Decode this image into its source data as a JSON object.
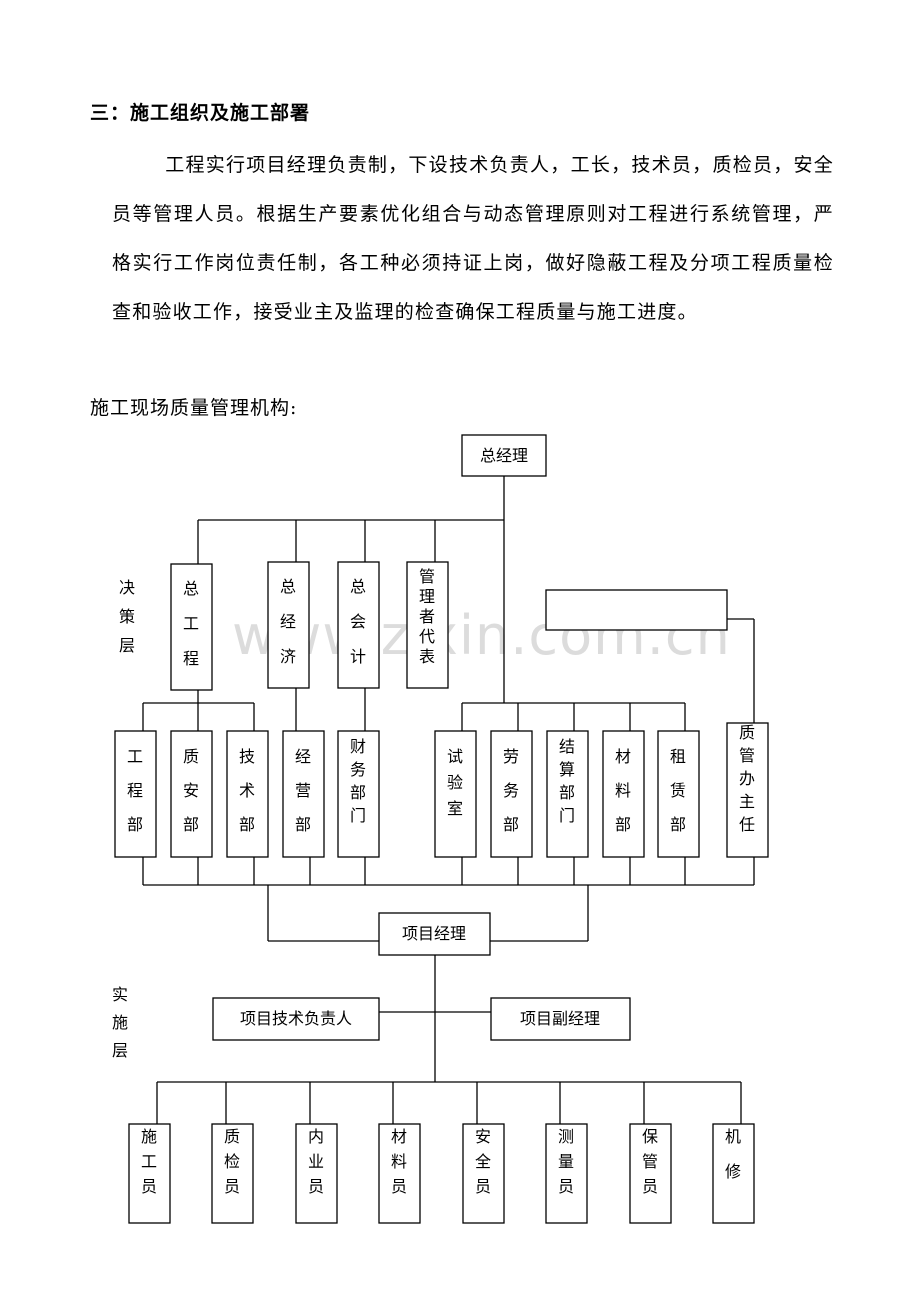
{
  "section_heading": "三：施工组织及施工部署",
  "paragraph": "工程实行项目经理负责制，下设技术负责人，工长，技术员，质检员，安全员等管理人员。根据生产要素优化组合与动态管理原则对工程进行系统管理，严格实行工作岗位责任制，各工种必须持证上岗，做好隐蔽工程及分项工程质量检查和验收工作，接受业主及监理的检查确保工程质量与施工进度。",
  "org_chart_caption": "施工现场质量管理机构:",
  "watermark": "www.zixin.com.cn",
  "org_chart": {
    "layer_labels": {
      "decision": "决策层",
      "execution": "实施层"
    },
    "top": "总经理",
    "decision_roles": [
      "总工程",
      "总经济",
      "总会计",
      "管理者代表"
    ],
    "blank_box": "",
    "departments": [
      "工程部",
      "质安部",
      "技术部",
      "经营部",
      "财务部门",
      "试验室",
      "劳务部",
      "结算部门",
      "材料部",
      "租赁部",
      "质管办主任"
    ],
    "project_manager": "项目经理",
    "tech_lead": "项目技术负责人",
    "deputy_manager": "项目副经理",
    "staff": [
      "施工员",
      "质检员",
      "内业员",
      "材料员",
      "安全员",
      "测量员",
      "保管员",
      "机修"
    ]
  }
}
